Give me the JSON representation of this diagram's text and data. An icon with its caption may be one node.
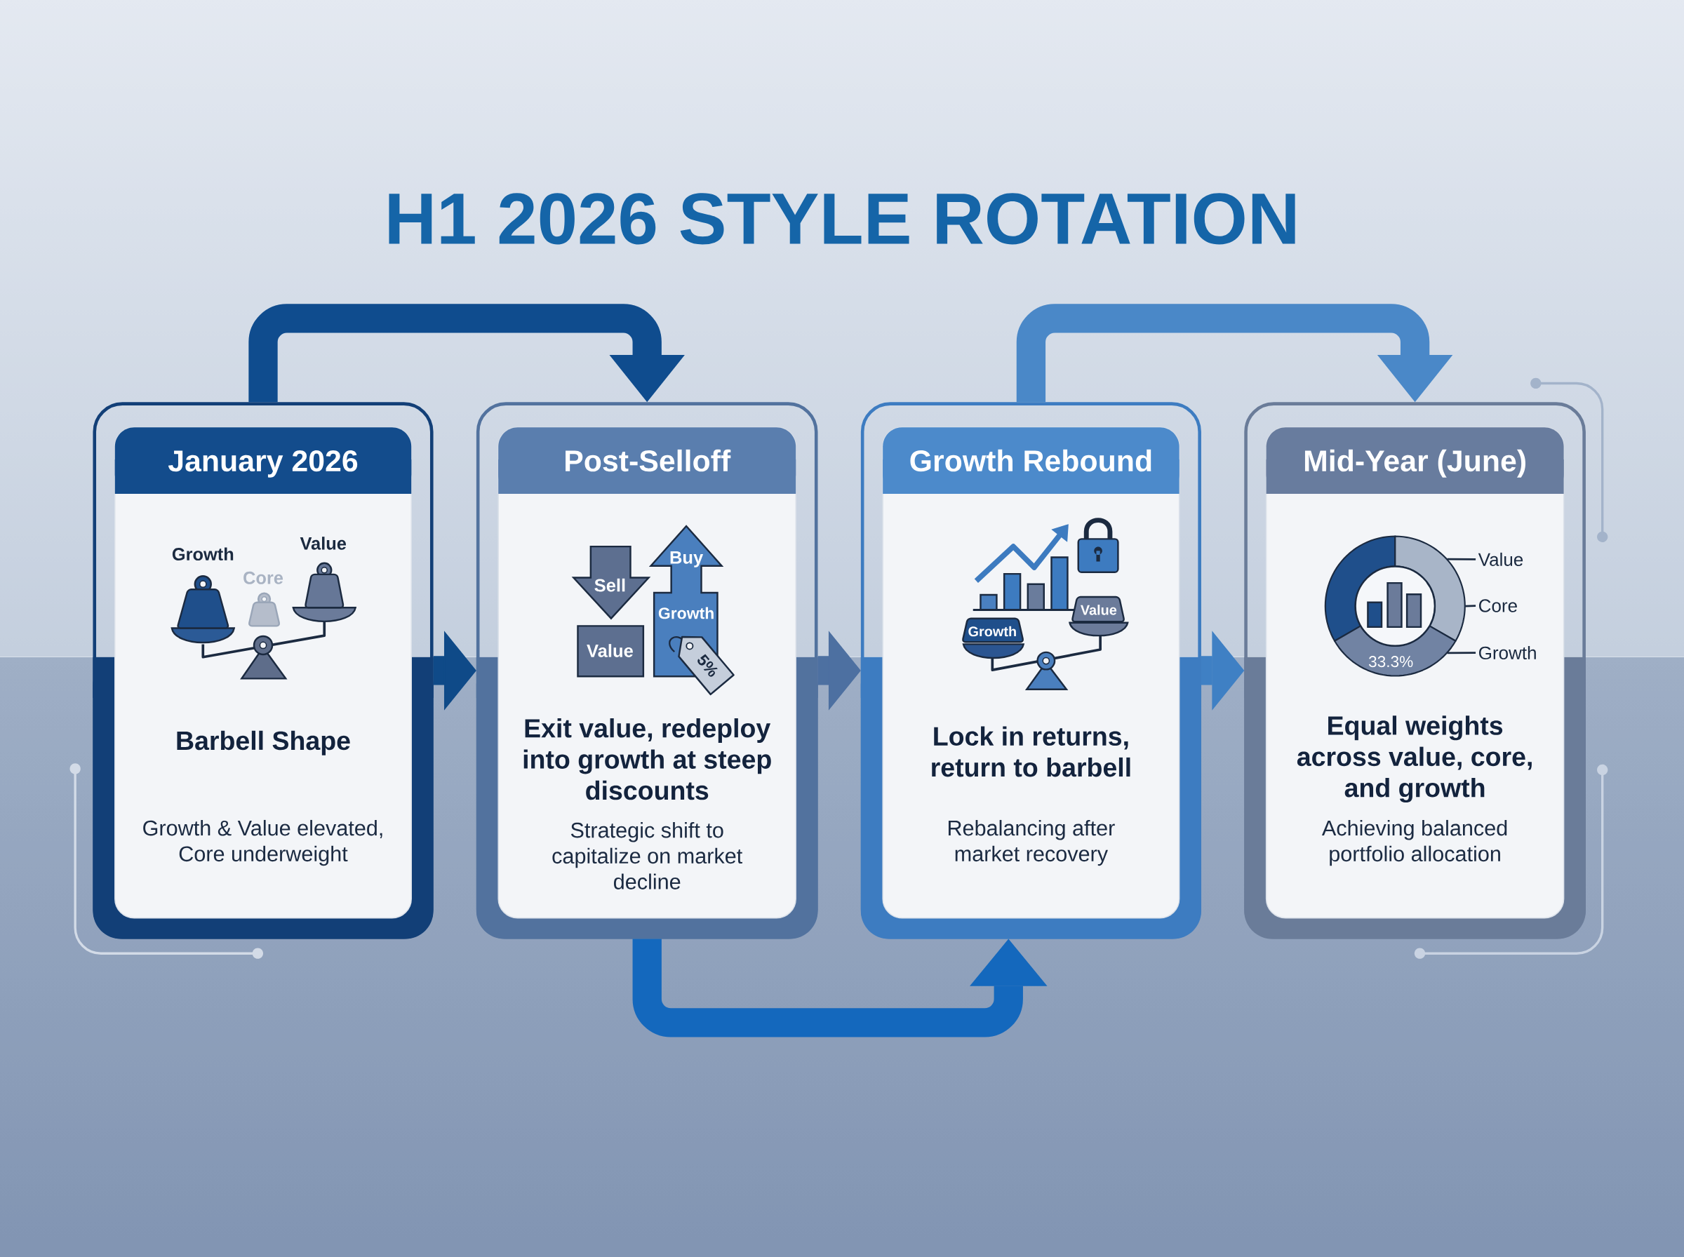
{
  "diagram": {
    "title": "H1 2026 STYLE ROTATION",
    "nodes": [
      {
        "text": [
          "January 2026",
          "Barbell Shape",
          "Growth & Value elevated, Core underweight"
        ]
      },
      {
        "text": [
          "Post-Selloff",
          "Exit value, redeploy into growth at steep discounts",
          "Strategic shift to capitalize on market decline"
        ]
      },
      {
        "text": [
          "Growth Rebound",
          "Lock in returns, return to barbell",
          "Rebalancing after market recovery"
        ]
      },
      {
        "text": [
          "Mid-Year (June)",
          "Equal weights across value, core, and growth",
          "Achieving balanced portfolio allocation"
        ]
      },
      {
        "text": [
          "33.3%"
        ],
        "in": 3
      },
      {
        "text": [
          "Value"
        ],
        "in": 3
      },
      {
        "text": [
          "Core"
        ],
        "in": 3
      },
      {
        "text": [
          "Growth"
        ],
        "in": 3
      }
    ],
    "edges": [
      {
        "from": 0,
        "to": 1,
        "arrow": "to",
        "color": "#0f4c8e"
      },
      {
        "from": 0,
        "to": 1,
        "arrow": "to",
        "color": "#0f4a88"
      },
      {
        "from": 1,
        "to": 2,
        "arrow": "to",
        "color": "#4d70a1"
      },
      {
        "from": 1,
        "to": 2,
        "arrow": "to",
        "color": "#1468bd"
      },
      {
        "from": 2,
        "to": 3,
        "arrow": "to",
        "color": "#3f80c4"
      },
      {
        "from": 2,
        "to": 3,
        "arrow": "to",
        "color": "#4a88c8"
      },
      {
        "from": 5,
        "to": 4,
        "arrow": "none",
        "color": "#1b2a40"
      },
      {
        "from": 6,
        "to": 4,
        "arrow": "none",
        "color": "#1b2a40"
      },
      {
        "from": 7,
        "to": 4,
        "arrow": "none",
        "color": "#1b2a40"
      }
    ],
    "labels": [
      "Growth",
      "Core",
      "Value",
      "Buy",
      "Sell",
      "Growth",
      "Value",
      "5%",
      "Growth",
      "Value"
    ]
  }
}
